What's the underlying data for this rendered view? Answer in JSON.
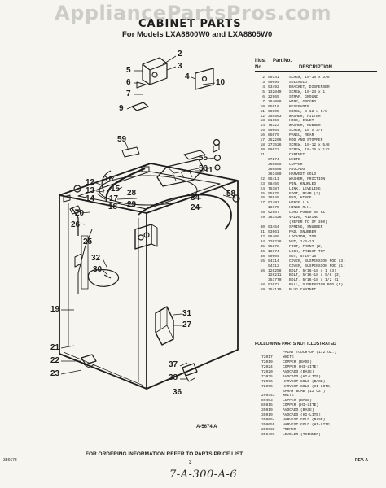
{
  "watermark": "AppliancePartsPros.com",
  "title": "CABINET PARTS",
  "models": "For Models LXA8800W0 and LXA8805W0",
  "table_header": {
    "col1a": "Illus.",
    "col1b": "No.",
    "col2": "Part No.",
    "col3": "DESCRIPTION"
  },
  "parts": [
    {
      "no": "2",
      "pn": "99141",
      "desc": "SCREW, 10-16 x 3/8"
    },
    {
      "no": "3",
      "pn": "99694",
      "desc": "SOLENOID"
    },
    {
      "no": "4",
      "pn": "93492",
      "desc": "BRACKET, DISPENSER"
    },
    {
      "no": "5",
      "pn": "132849",
      "desc": "SCREW, 10-24 x 1"
    },
    {
      "no": "6",
      "pn": "22965",
      "desc": "STRAP, GROUND"
    },
    {
      "no": "7",
      "pn": "364089",
      "desc": "WIRE, GROUND"
    },
    {
      "no": "10",
      "pn": "95916",
      "desc": "RESERVOIR"
    },
    {
      "no": "11",
      "pn": "98195",
      "desc": "SCREW, 8-18 x 5/8"
    },
    {
      "no": "12",
      "pn": "355563",
      "desc": "WASHER, FILTER"
    },
    {
      "no": "13",
      "pn": "81759",
      "desc": "HOSE, INLET"
    },
    {
      "no": "14",
      "pn": "76123",
      "desc": "WASHER, RUBBER"
    },
    {
      "no": "15",
      "pn": "90664",
      "desc": "SCREW, 10 x 3/8"
    },
    {
      "no": "16",
      "pn": "85079",
      "desc": "PANEL, REAR"
    },
    {
      "no": "17",
      "pn": "352206",
      "desc": "ROD AND STOPPER"
    },
    {
      "no": "18",
      "pn": "273526",
      "desc": "SCREW, 10-12 x 5/8"
    },
    {
      "no": "20",
      "pn": "98623",
      "desc": "SCREW, 10-16 x 1/2"
    },
    {
      "no": "21",
      "pn": "",
      "desc": "CABINET"
    },
    {
      "no": "",
      "pn": "97274",
      "desc": "WHITE"
    },
    {
      "no": "",
      "pn": "366805",
      "desc": "COPPER"
    },
    {
      "no": "",
      "pn": "366806",
      "desc": "AVOCADO"
    },
    {
      "no": "",
      "pn": "361480",
      "desc": "HARVEST GOLD"
    },
    {
      "no": "22",
      "pn": "95411",
      "desc": "WASHER, FRICTION"
    },
    {
      "no": "23",
      "pn": "98459",
      "desc": "PIN, KNURLED"
    },
    {
      "no": "24",
      "pn": "75187",
      "desc": "LINK, LEVELING"
    },
    {
      "no": "25",
      "pn": "95879",
      "desc": "FOOT, REAR (2)"
    },
    {
      "no": "26",
      "pn": "18949",
      "desc": "PAD, HINGE"
    },
    {
      "no": "27",
      "pn": "92497",
      "desc": "HINGE L.H."
    },
    {
      "no": "",
      "pn": "18775",
      "desc": "HINGE R.H."
    },
    {
      "no": "28",
      "pn": "92667",
      "desc": "CORD POWER 60 HZ"
    },
    {
      "no": "29",
      "pn": "363426",
      "desc": "VALVE, MIXING"
    },
    {
      "no": "",
      "pn": "",
      "desc": "(REFER TO SF 360)"
    },
    {
      "no": "30",
      "pn": "93454",
      "desc": "SPRING, SNUBBER"
    },
    {
      "no": "31",
      "pn": "93661",
      "desc": "PAD, SNUBBER"
    },
    {
      "no": "32",
      "pn": "98409",
      "desc": "LOCATOR, TOP"
    },
    {
      "no": "34",
      "pn": "120238",
      "desc": "NUT, 1/4-13"
    },
    {
      "no": "35",
      "pn": "95878",
      "desc": "FOOT, FRONT (2)"
    },
    {
      "no": "36",
      "pn": "18774",
      "desc": "LOCK, FRIGHT TOP"
    },
    {
      "no": "38",
      "pn": "90904",
      "desc": "NUT, 5/16-18"
    },
    {
      "no": "55",
      "pn": "94114",
      "desc": "COVER, SUSPENSION ROD (3)"
    },
    {
      "no": "",
      "pn": "94113",
      "desc": "COVER, SUSPENSION ROD (1)"
    },
    {
      "no": "56",
      "pn": "126258",
      "desc": "BOLT, 5/16-18 x 1 (3)"
    },
    {
      "no": "",
      "pn": "126211",
      "desc": "BOLT, 5/16-18 x 5/8 (3)"
    },
    {
      "no": "",
      "pn": "353770",
      "desc": "BOLT, 5/16-18 x 1/2 (1)"
    },
    {
      "no": "58",
      "pn": "91073",
      "desc": "BALL, SUSPENSION ROD (5)"
    },
    {
      "no": "59",
      "pn": "354179",
      "desc": "PLUG CABINET"
    }
  ],
  "not_illustrated_heading": "FOLLOWING PARTS NOT ILLUSTRATED",
  "not_illustrated": [
    {
      "pn": "",
      "desc": "PAINT TOUCH-UP (1/2 OZ.)"
    },
    {
      "pn": "72017",
      "desc": "WHITE"
    },
    {
      "pn": "72019",
      "desc": "COPPER (BASE)"
    },
    {
      "pn": "72024",
      "desc": "COPPER (HI-LITE)"
    },
    {
      "pn": "72020",
      "desc": "AVOCADO (BASE)"
    },
    {
      "pn": "72025",
      "desc": "AVOCADO (HI-LITE)"
    },
    {
      "pn": "72096",
      "desc": "HARVEST GOLD (BASE)"
    },
    {
      "pn": "72095",
      "desc": "HARVEST GOLD (HI-LITE)"
    },
    {
      "pn": "",
      "desc": "SPRAY BOMB (12 OZ.)"
    },
    {
      "pn": "299343",
      "desc": "WHITE"
    },
    {
      "pn": "89403",
      "desc": "COPPER (BASE)"
    },
    {
      "pn": "89815",
      "desc": "COPPER (HI-LITE)"
    },
    {
      "pn": "35019",
      "desc": "AVOCADO (BASE)"
    },
    {
      "pn": "35019",
      "desc": "AVOCADO (HI-LITE)"
    },
    {
      "pn": "350054",
      "desc": "HARVEST GOLD (BASE)"
    },
    {
      "pn": "350055",
      "desc": "HARVEST GOLD (HI-LITE)"
    },
    {
      "pn": "350038",
      "desc": "PRIMER"
    },
    {
      "pn": "350406",
      "desc": "LEVELER (THINNER)"
    }
  ],
  "callouts": {
    "c5": "5",
    "c6": "6",
    "c7": "7",
    "c9": "9",
    "c2": "2",
    "c3": "3",
    "c4": "4",
    "c10": "10",
    "c59": "59",
    "c55": "55",
    "c56": "56",
    "c58": "58",
    "c11": "11",
    "c12": "12",
    "c13": "13",
    "c14": "14",
    "c16": "16",
    "c15": "15",
    "c17": "17",
    "c18": "18",
    "c20": "20",
    "c28": "28",
    "c29": "29",
    "c34": "34",
    "c26": "26",
    "c25": "25",
    "c24": "24",
    "c32": "32",
    "c30": "30",
    "c31": "31",
    "c27": "27",
    "c19": "19",
    "c21": "21",
    "c22": "22",
    "c23": "23",
    "c36": "36",
    "c37": "37",
    "c38": "38"
  },
  "figure_ref": "A-5674 A",
  "footer_note": "FOR ORDERING INFORMATION REFER TO PARTS PRICE LIST",
  "footer_left": "356678",
  "footer_page": "3",
  "footer_rev": "REV. A",
  "handwritten_note": "7-A-300-A-6"
}
